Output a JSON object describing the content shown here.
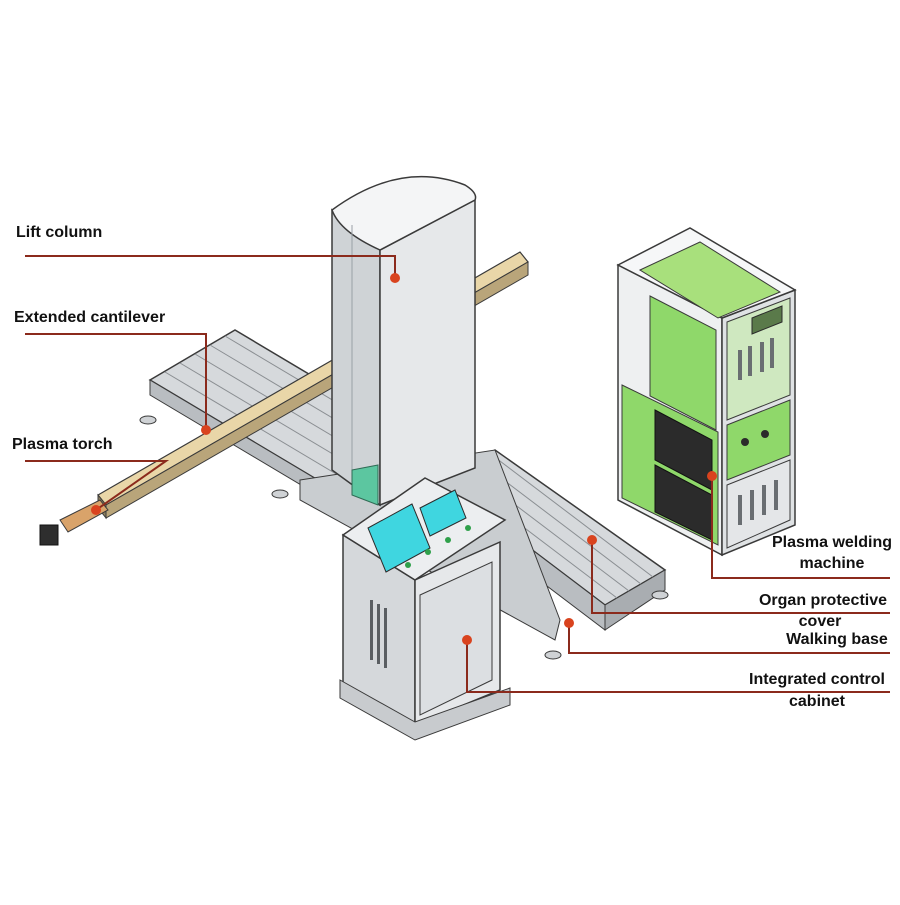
{
  "colors": {
    "leader_line": "#8b2a1c",
    "leader_dot": "#d9431e",
    "outline": "#3a3a3a",
    "panel_gray": "#e4e6e8",
    "panel_dark": "#c2c6ca",
    "machine_green": "#8fd86a",
    "screen_cyan": "#3fd6e0",
    "grate": "#8a8e92"
  },
  "labels": {
    "lift_column": "Lift column",
    "extended_cantilever": "Extended cantilever",
    "plasma_torch": "Plasma torch",
    "plasma_welding_machine_line1": "Plasma welding",
    "plasma_welding_machine_line2": "machine",
    "organ_protective_cover_line1": "Organ protective",
    "organ_protective_cover_line2": "cover",
    "walking_base": "Walking base",
    "integrated_control_cabinet_line1": "Integrated control",
    "integrated_control_cabinet_line2": "cabinet"
  },
  "icons": {
    "machine_panel_display": "digital-display-icon",
    "cabinet_buttons": "indicator-light-icon"
  }
}
